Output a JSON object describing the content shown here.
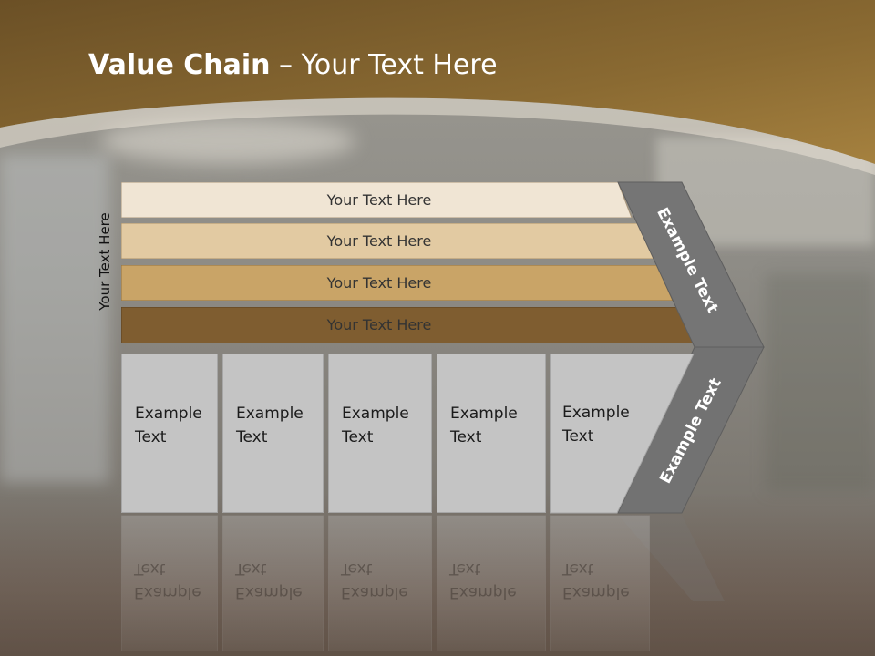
{
  "slide": {
    "title_bold": "Value Chain",
    "title_rest": " – Your Text Here",
    "vertical_label": "Your Text Here",
    "bands": [
      {
        "label": "Your Text Here",
        "color": "#f0e5d4"
      },
      {
        "label": "Your Text Here",
        "color": "#e2caa2"
      },
      {
        "label": "Your Text Here",
        "color": "#c9a467"
      },
      {
        "label": "Your Text Here",
        "color": "#7f5d30"
      }
    ],
    "boxes": [
      {
        "label": "Example Text"
      },
      {
        "label": "Example Text"
      },
      {
        "label": "Example Text"
      },
      {
        "label": "Example Text"
      },
      {
        "label": "Example Text"
      }
    ],
    "chevron_top_label": "Example Text",
    "chevron_bottom_label": "Example Text",
    "colors": {
      "header": "#8c6a2f",
      "chevron": "#747474",
      "box": "#c4c4c4"
    }
  }
}
